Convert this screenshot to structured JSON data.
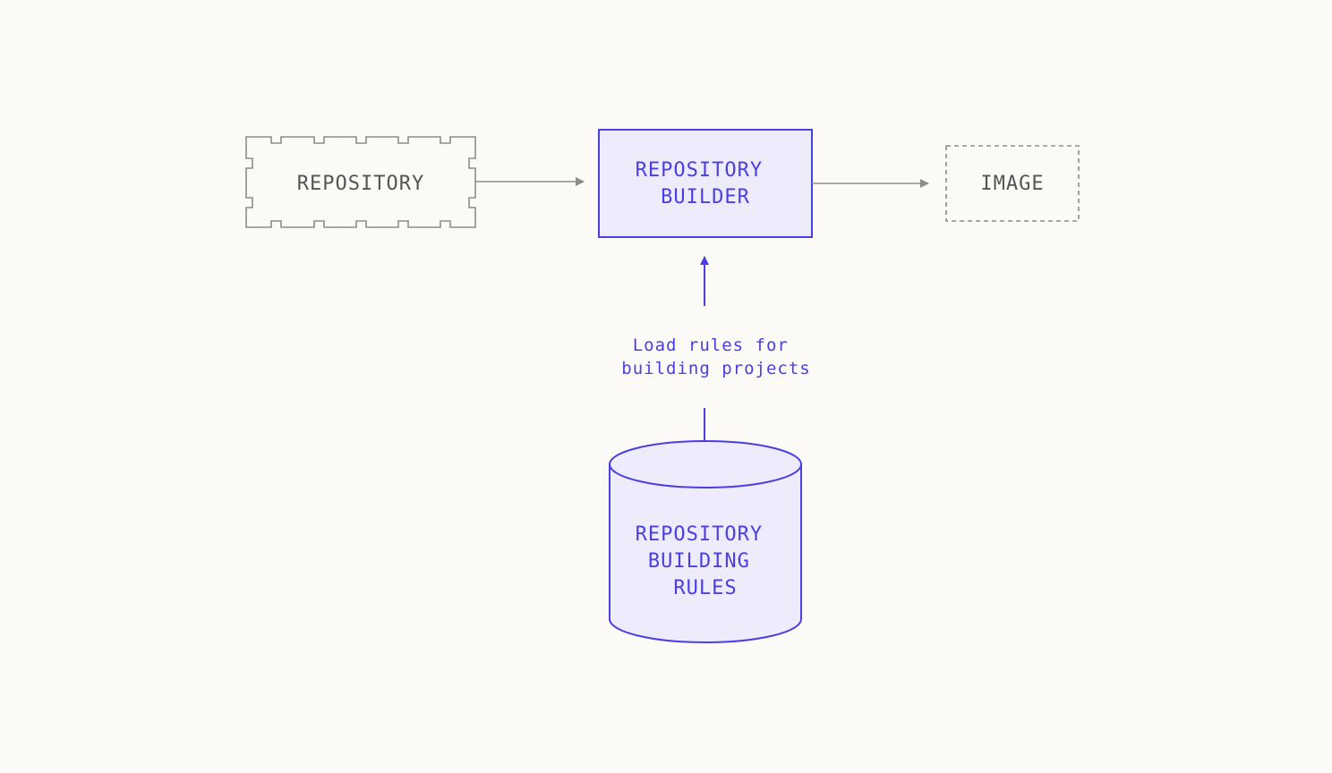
{
  "nodes": {
    "repository": {
      "label": "REPOSITORY"
    },
    "builder": {
      "lines": [
        "REPOSITORY",
        "BUILDER"
      ]
    },
    "image": {
      "label": "IMAGE"
    },
    "rules": {
      "lines": [
        "REPOSITORY",
        "BUILDING",
        "RULES"
      ]
    }
  },
  "edges": {
    "rules_to_builder": {
      "lines": [
        "Load rules for",
        "building projects"
      ]
    }
  },
  "colors": {
    "background": "#fbfaf7",
    "gray_stroke": "#8c8c8c",
    "gray_text": "#555555",
    "accent": "#4a3fe0",
    "accent_fill": "#eeebfd"
  }
}
